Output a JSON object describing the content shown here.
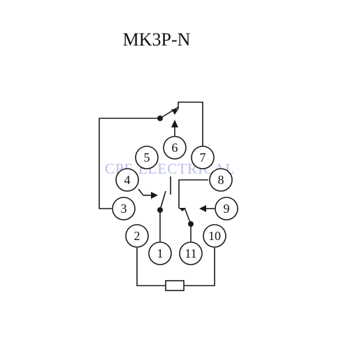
{
  "title": "MK3P-N",
  "watermark": "CPE ELECTRICAL",
  "pins": [
    {
      "id": "1",
      "label": "1"
    },
    {
      "id": "2",
      "label": "2"
    },
    {
      "id": "3",
      "label": "3"
    },
    {
      "id": "4",
      "label": "4"
    },
    {
      "id": "5",
      "label": "5"
    },
    {
      "id": "6",
      "label": "6"
    },
    {
      "id": "7",
      "label": "7"
    },
    {
      "id": "8",
      "label": "8"
    },
    {
      "id": "9",
      "label": "9"
    },
    {
      "id": "10",
      "label": "10"
    },
    {
      "id": "11",
      "label": "11"
    }
  ],
  "colors": {
    "line": "#1a1a1a",
    "watermark": "#b9bde8",
    "background": "#ffffff"
  }
}
